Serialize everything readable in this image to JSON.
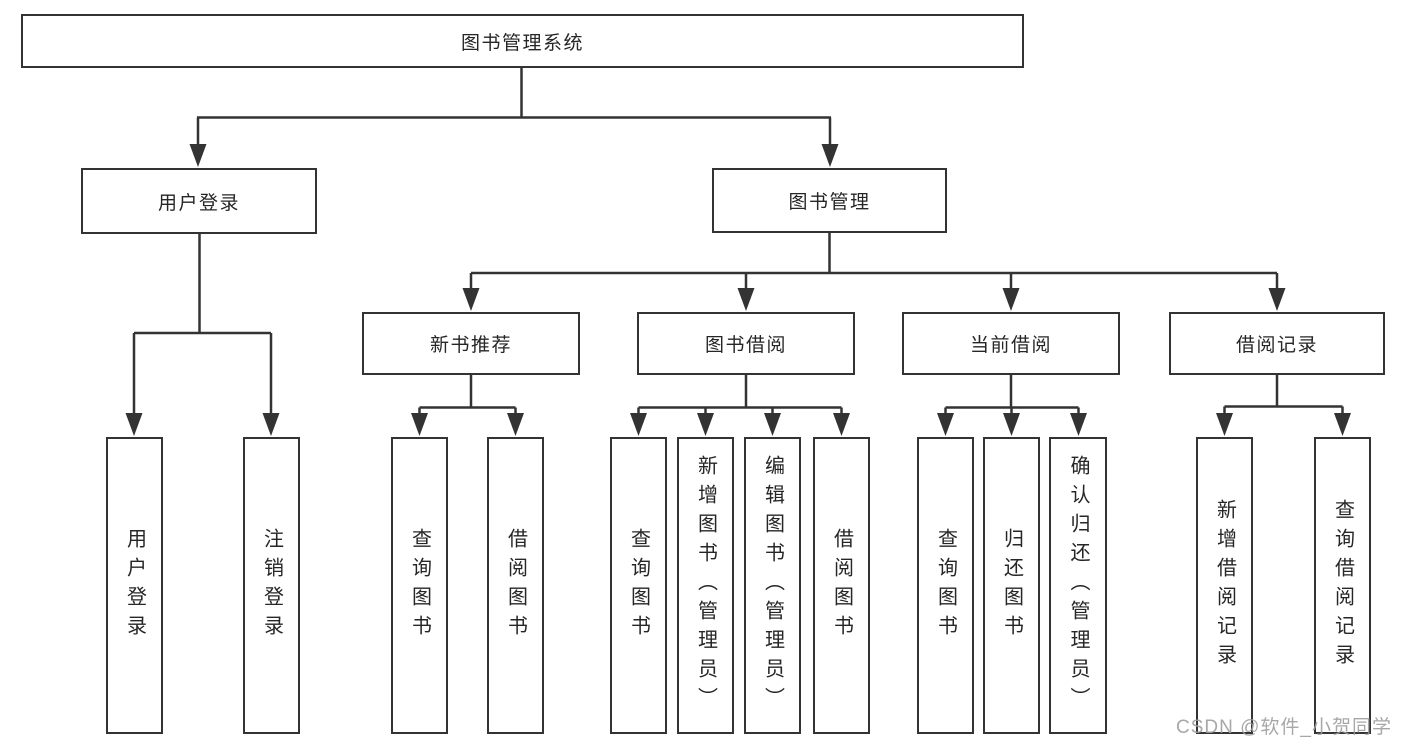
{
  "diagram": {
    "title": "图书管理系统",
    "tree": {
      "root": {
        "label": "图书管理系统"
      },
      "children": [
        {
          "label": "用户登录",
          "children": [
            {
              "label": "用户登录"
            },
            {
              "label": "注销登录"
            }
          ]
        },
        {
          "label": "图书管理",
          "children": [
            {
              "label": "新书推荐",
              "children": [
                {
                  "label": "查询图书"
                },
                {
                  "label": "借阅图书"
                }
              ]
            },
            {
              "label": "图书借阅",
              "children": [
                {
                  "label": "查询图书"
                },
                {
                  "label": "新增图书（管理员）"
                },
                {
                  "label": "编辑图书（管理员）"
                },
                {
                  "label": "借阅图书"
                }
              ]
            },
            {
              "label": "当前借阅",
              "children": [
                {
                  "label": "查询图书"
                },
                {
                  "label": "归还图书"
                },
                {
                  "label": "确认归还（管理员）"
                }
              ]
            },
            {
              "label": "借阅记录",
              "children": [
                {
                  "label": "新增借阅记录"
                },
                {
                  "label": "查询借阅记录"
                }
              ]
            }
          ]
        }
      ]
    },
    "colors": {
      "line": "#333333",
      "box_border": "#333333",
      "box_background": "#ffffff",
      "text": "#262626",
      "watermark": "#9e9e9e",
      "page_background": "#ffffff"
    }
  },
  "watermark": {
    "text": "CSDN @软件_小贺同学"
  }
}
